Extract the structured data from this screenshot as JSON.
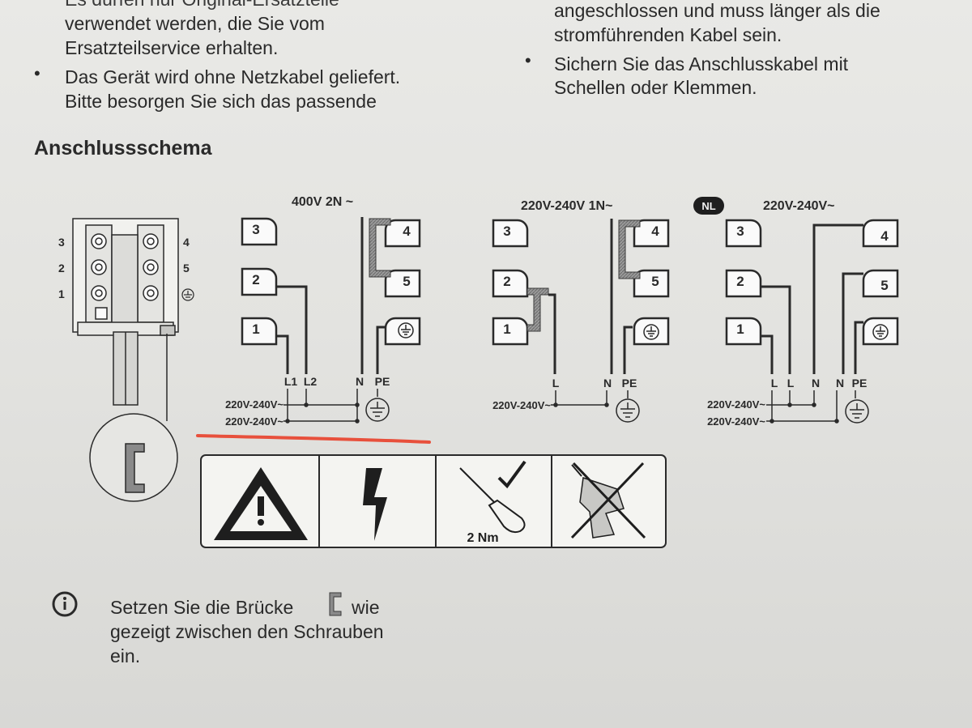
{
  "document": {
    "left_column": {
      "line1_fragment": "Es dürfen nur Original-Ersatzteile",
      "line2": "verwendet werden, die Sie vom",
      "line3": "Ersatzteilservice erhalten.",
      "bullet2_line1": "Das Gerät wird ohne Netzkabel geliefert.",
      "bullet2_line2": "Bitte besorgen Sie sich das passende"
    },
    "right_column": {
      "line1_fragment": "angeschlossen und muss länger als die",
      "line2": "stromführenden Kabel sein.",
      "bullet_line1": "Sichern Sie das Anschlusskabel mit",
      "bullet_line2": "Schellen oder Klemmen."
    },
    "bullet_symbol": "•",
    "section_heading": "Anschlussschema"
  },
  "terminal_block": {
    "left_labels": [
      "3",
      "2",
      "1"
    ],
    "right_labels": [
      "4",
      "5"
    ]
  },
  "schemes": [
    {
      "voltage": "400V 2N ~",
      "terminals": [
        "3",
        "2",
        "1",
        "4",
        "5"
      ],
      "wire_labels": [
        "L1",
        "L2",
        "N",
        "PE"
      ],
      "supply_labels": [
        "220V-240V~",
        "220V-240V~"
      ]
    },
    {
      "voltage": "220V-240V 1N~",
      "terminals": [
        "3",
        "2",
        "1",
        "4",
        "5"
      ],
      "wire_labels": [
        "L",
        "N",
        "PE"
      ],
      "supply_labels": [
        "220V-240V~"
      ]
    },
    {
      "badge": "NL",
      "voltage": "220V-240V~",
      "terminals": [
        "3",
        "2",
        "1",
        "4",
        "5"
      ],
      "wire_labels": [
        "L",
        "L",
        "N",
        "N",
        "PE"
      ],
      "supply_labels": [
        "220V-240V~",
        "220V-240V~"
      ]
    }
  ],
  "warnings": {
    "torque": "2 Nm"
  },
  "info_note": {
    "part1": "Setzen Sie die Brücke",
    "part2": "wie",
    "line2": "gezeigt zwischen den Schrauben",
    "line3": "ein."
  },
  "colors": {
    "ink": "#2a2a2a",
    "bridge_fill": "#8a8a8a",
    "red_marker": "#e8503c",
    "paper": "#e6e6e3"
  }
}
